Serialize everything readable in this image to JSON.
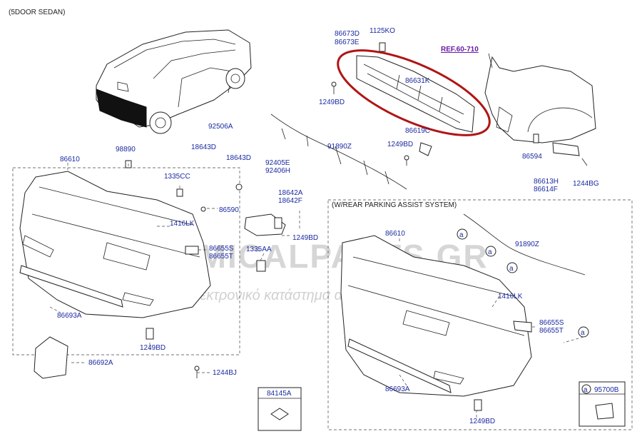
{
  "header": {
    "variant": "(5DOOR SEDAN)",
    "ref": "REF.60-710"
  },
  "inset": {
    "title": "(W/REAR PARKING ASSIST SYSTEM)"
  },
  "watermark": {
    "brand": "ECONOMICALPARTS.GR",
    "tagline": "το μεγαλύτερο ηλεκτρονικό κατάστημα ανταλλακτικών"
  },
  "callout": "a",
  "highlight_color": "#b01515",
  "labels": {
    "p86673d": "86673D",
    "p86673e": "86673E",
    "p1125ko": "1125KO",
    "p86631k": "86631K",
    "p1249bd_top": "1249BD",
    "p86619c": "86619C",
    "p1249bd_mid": "1249BD",
    "p92506a": "92506A",
    "p18643d_l": "18643D",
    "p18643d_r": "18643D",
    "p91890z": "91890Z",
    "p86594": "86594",
    "p86613h": "86613H",
    "p86614f": "86614F",
    "p1244bg": "1244BG",
    "p86610": "86610",
    "p98890": "98890",
    "p1335cc": "1335CC",
    "p92405e": "92405E",
    "p92406h": "92406H",
    "p18642a": "18642A",
    "p18642f": "18642F",
    "p86590": "86590",
    "p1416lk": "1416LK",
    "p1249bd_r": "1249BD",
    "p86655s": "86655S",
    "p86655t": "86655T",
    "p1335aa": "1335AA",
    "p86693a": "86693A",
    "p1249bd_low": "1249BD",
    "p86692a": "86692A",
    "p1244bj": "1244BJ",
    "p84145a": "84145A",
    "i86610": "86610",
    "i91890z": "91890Z",
    "i1416lk": "1416LK",
    "i86655s": "86655S",
    "i86655t": "86655T",
    "i86693a": "86693A",
    "i1249bd": "1249BD",
    "p95700b": "95700B"
  }
}
